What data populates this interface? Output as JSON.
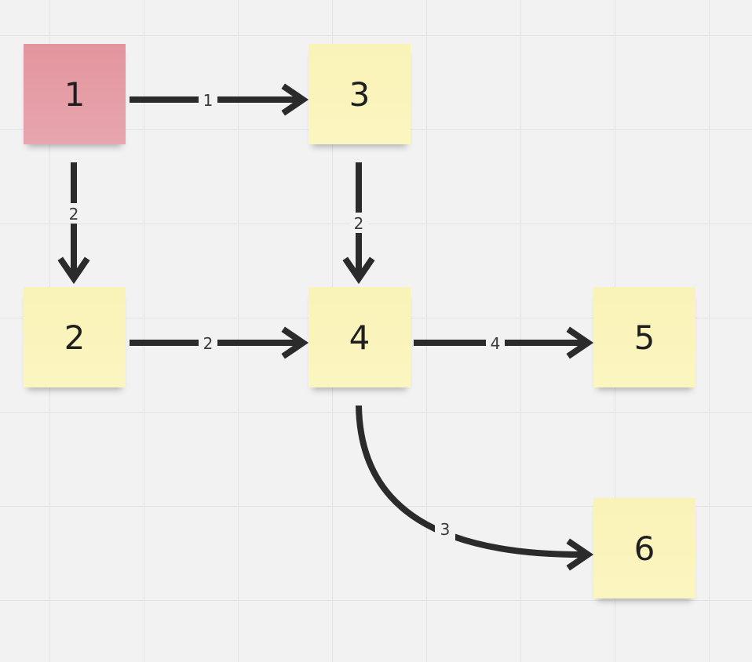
{
  "notes": [
    {
      "id": "n1",
      "label": "1",
      "color": "#e49aa3"
    },
    {
      "id": "n2",
      "label": "2",
      "color": "#faf3b8"
    },
    {
      "id": "n3",
      "label": "3",
      "color": "#faf3b8"
    },
    {
      "id": "n4",
      "label": "4",
      "color": "#faf3b8"
    },
    {
      "id": "n5",
      "label": "5",
      "color": "#faf3b8"
    },
    {
      "id": "n6",
      "label": "6",
      "color": "#faf3b8"
    }
  ],
  "edges": [
    {
      "from": "1",
      "to": "3",
      "label": "1"
    },
    {
      "from": "1",
      "to": "2",
      "label": "2"
    },
    {
      "from": "3",
      "to": "4",
      "label": "2"
    },
    {
      "from": "2",
      "to": "4",
      "label": "2"
    },
    {
      "from": "4",
      "to": "5",
      "label": "4"
    },
    {
      "from": "4",
      "to": "6",
      "label": "3"
    }
  ],
  "colors": {
    "arrow": "#2b2b2b",
    "canvas": "#f2f2f2",
    "grid": "#e2e2e2"
  }
}
